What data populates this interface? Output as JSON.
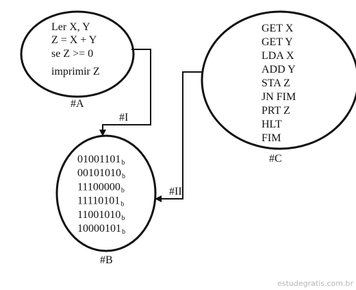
{
  "nodes": {
    "A": {
      "label": "#A",
      "lines": [
        "Ler X, Y",
        "Z = X + Y",
        "se Z >= 0",
        "imprimir Z"
      ]
    },
    "B": {
      "label": "#B",
      "bits": [
        "01001101",
        "00101010",
        "11100000",
        "11110101",
        "11001010",
        "10000101"
      ],
      "suffix": "b"
    },
    "C": {
      "label": "#C",
      "lines": [
        "GET X",
        "GET Y",
        "LDA X",
        "ADD Y",
        "STA Z",
        "JN FIM",
        "PRT Z",
        "HLT",
        "FIM"
      ]
    }
  },
  "edges": {
    "I": "#I",
    "II": "#II"
  },
  "watermark": "estudegratis.com.br",
  "colors": {
    "stroke": "#111111",
    "watermark": "#b5b5b5"
  }
}
